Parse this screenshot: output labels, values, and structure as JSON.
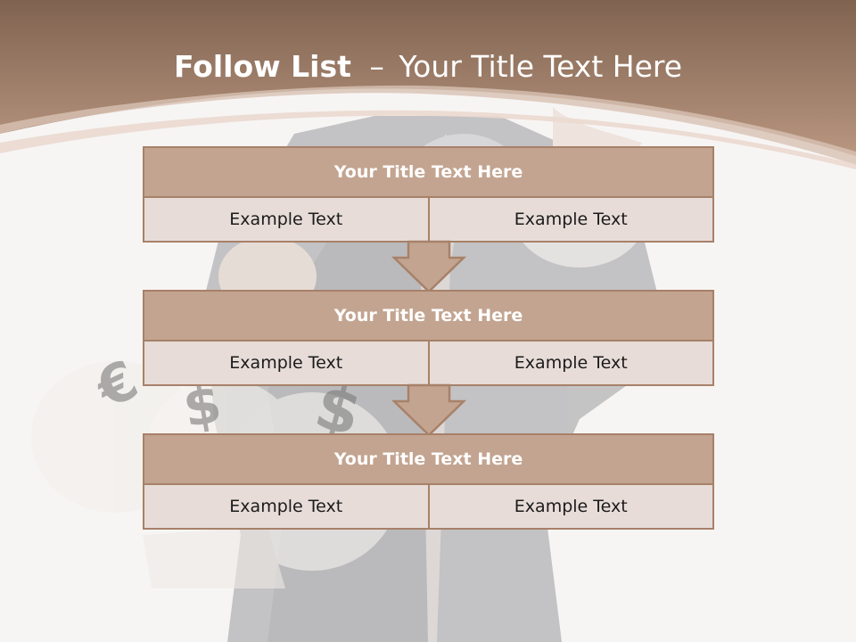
{
  "colors": {
    "header_brown": "#8a6c57",
    "header_light": "#b5917a",
    "box_title_fill": "#c3a490",
    "box_border": "#a78169",
    "cell_fill": "#e7dcd8",
    "page_background": "#f7f5f4"
  },
  "title": {
    "bold": "Follow List",
    "separator": "–",
    "rest": "Your Title Text Here"
  },
  "flow": [
    {
      "title": "Your Title Text Here",
      "cells": [
        "Example Text",
        "Example Text"
      ]
    },
    {
      "title": "Your Title Text Here",
      "cells": [
        "Example Text",
        "Example Text"
      ]
    },
    {
      "title": "Your Title Text Here",
      "cells": [
        "Example Text",
        "Example Text"
      ]
    }
  ],
  "background_image": {
    "icons": [
      "money-bag-icon",
      "dollar-sign-icon",
      "euro-sign-icon"
    ]
  }
}
